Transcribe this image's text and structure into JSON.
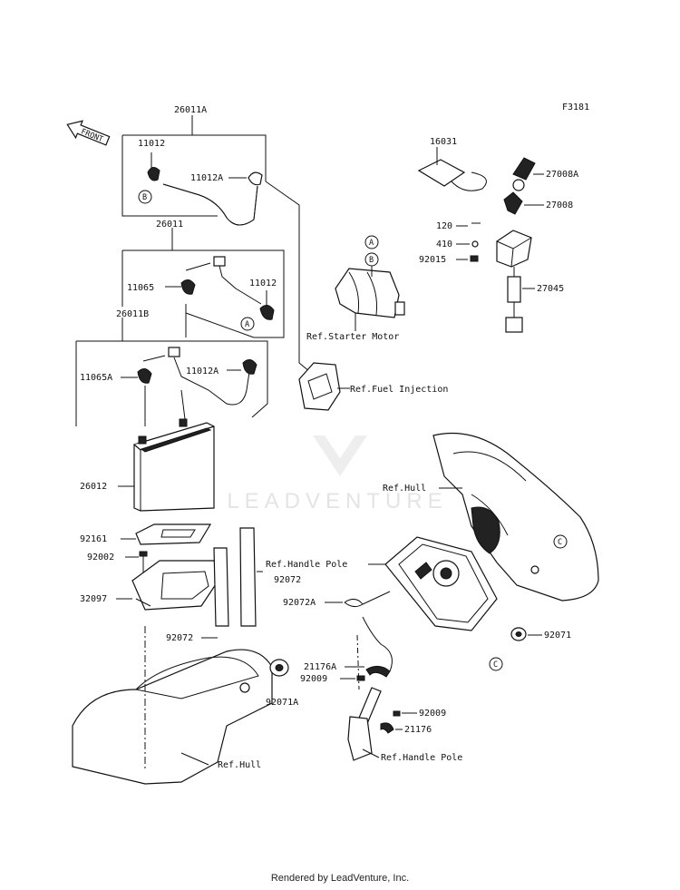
{
  "figure_code": "F3181",
  "front_label": "FRONT",
  "watermark": "LEADVENTURE",
  "footer": "Rendered by LeadVenture, Inc.",
  "callouts": {
    "A": "A",
    "B": "B",
    "C": "C"
  },
  "labels": {
    "l26011A": "26011A",
    "l11012_top": "11012",
    "l11012A_top": "11012A",
    "l26011": "26011",
    "l11065": "11065",
    "l11012_mid": "11012",
    "l26011B": "26011B",
    "l11065A": "11065A",
    "l11012A_low": "11012A",
    "l26012": "26012",
    "l92161": "92161",
    "l92002": "92002",
    "l32097": "32097",
    "l92072_top": "92072",
    "l92072_bot": "92072",
    "l92071A": "92071A",
    "l16031": "16031",
    "l27008A": "27008A",
    "l27008": "27008",
    "l120": "120",
    "l410": "410",
    "l92015": "92015",
    "l27045": "27045",
    "l92072A": "92072A",
    "l21176A": "21176A",
    "l92009_a": "92009",
    "l92009_b": "92009",
    "l21176": "21176",
    "l92071": "92071"
  },
  "refs": {
    "starter_motor": "Ref.Starter Motor",
    "fuel_injection": "Ref.Fuel Injection",
    "hull_right": "Ref.Hull",
    "handle_pole_top": "Ref.Handle Pole",
    "handle_pole_bottom": "Ref.Handle Pole",
    "hull_left": "Ref.Hull"
  }
}
